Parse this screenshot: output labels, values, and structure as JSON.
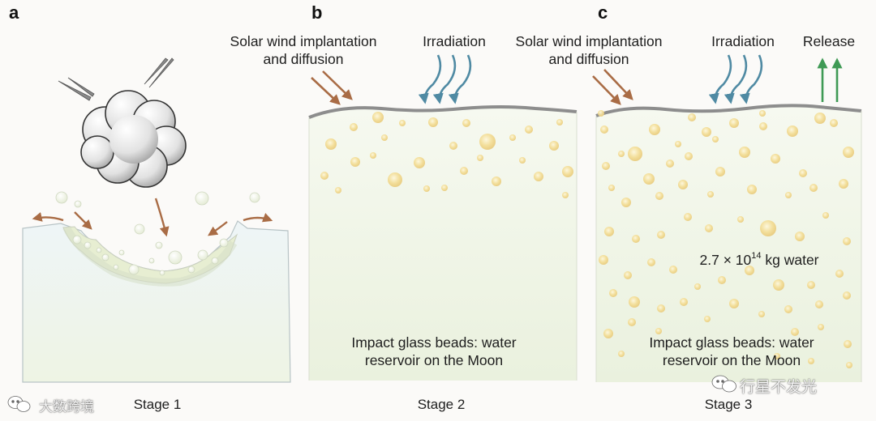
{
  "panels": {
    "a": {
      "letter": "a",
      "stage": "Stage 1"
    },
    "b": {
      "letter": "b",
      "stage": "Stage 2",
      "solar_wind_line1": "Solar wind implantation",
      "solar_wind_line2": "and diffusion",
      "irradiation": "Irradiation",
      "glass_line1": "Impact glass beads: water",
      "glass_line2": "reservoir on the Moon"
    },
    "c": {
      "letter": "c",
      "stage": "Stage 3",
      "solar_wind_line1": "Solar wind implantation",
      "solar_wind_line2": "and diffusion",
      "irradiation": "Irradiation",
      "release": "Release",
      "water_base": "2.7 × 10",
      "water_exponent": "14",
      "water_unit": " kg water",
      "glass_line1": "Impact glass beads: water",
      "glass_line2": "reservoir on the Moon"
    }
  },
  "watermarks": {
    "left": "大数跨境",
    "right": "行星不发光"
  },
  "colors": {
    "solar_wind_arrow": "#a96c45",
    "irradiation_arrow": "#4f8aa3",
    "release_arrow": "#3f9a55",
    "regolith_top": "#f5f8ef",
    "regolith_bottom": "#e9f0dc",
    "surface_edge": "#8d8d8d",
    "bead": "#f1d98f",
    "cloud": "#e6e6e6"
  }
}
